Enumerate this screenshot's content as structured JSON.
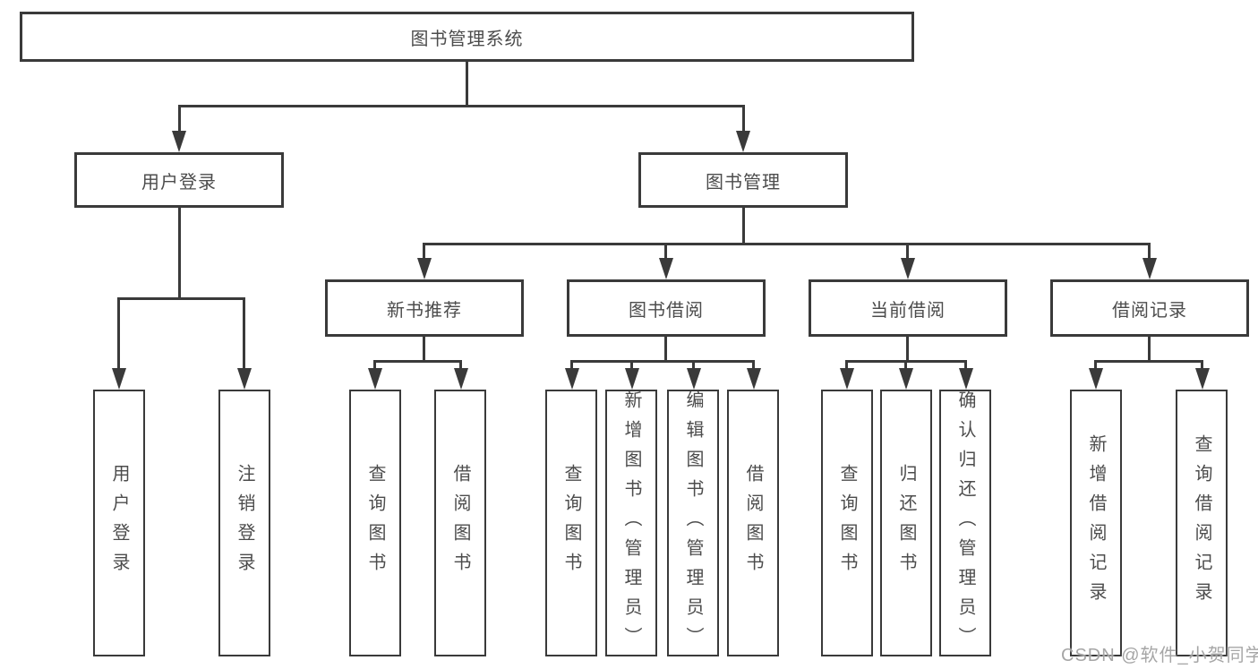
{
  "diagram": {
    "root": {
      "label": "图书管理系统"
    },
    "level2": [
      {
        "label": "用户登录"
      },
      {
        "label": "图书管理"
      }
    ],
    "level3": [
      {
        "label": "新书推荐"
      },
      {
        "label": "图书借阅"
      },
      {
        "label": "当前借阅"
      },
      {
        "label": "借阅记录"
      }
    ],
    "leaves": {
      "login": [
        {
          "label": "用户登录"
        },
        {
          "label": "注销登录"
        }
      ],
      "recommend": [
        {
          "label": "查询图书"
        },
        {
          "label": "借阅图书"
        }
      ],
      "borrow": [
        {
          "label": "查询图书"
        },
        {
          "label": "新增图书（管理员）"
        },
        {
          "label": "编辑图书（管理员）"
        },
        {
          "label": "借阅图书"
        }
      ],
      "current": [
        {
          "label": "查询图书"
        },
        {
          "label": "归还图书"
        },
        {
          "label": "确认归还（管理员）"
        }
      ],
      "records": [
        {
          "label": "新增借阅记录"
        },
        {
          "label": "查询借阅记录"
        }
      ]
    },
    "colors": {
      "line": "#3a3a3a",
      "text": "#4c4c4c",
      "watermark": "#9e9e9e"
    },
    "watermark": "CSDN @软件_小贺同学"
  }
}
